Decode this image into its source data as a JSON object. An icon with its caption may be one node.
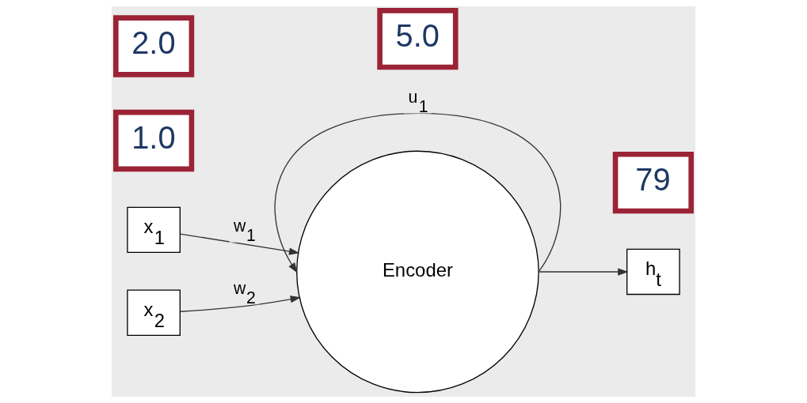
{
  "diagram": {
    "nodes": [
      {
        "text": [
          "x$_{1}$"
        ]
      },
      {
        "text": [
          "x$_{2}$"
        ]
      },
      {
        "text": [
          "Encoder"
        ]
      },
      {
        "text": [
          "h$_{t}$"
        ]
      },
      {
        "text": [
          "1.0"
        ]
      },
      {
        "text": [
          "2.0"
        ]
      },
      {
        "text": [
          "5.0"
        ]
      },
      {
        "text": [
          "79"
        ]
      }
    ],
    "edges": [
      {
        "from": 0,
        "to": 2,
        "arrow": "to",
        "label": "w$_{1}$"
      },
      {
        "from": 1,
        "to": 2,
        "arrow": "to",
        "label": "w$_{2}$"
      },
      {
        "from": 2,
        "to": 3,
        "arrow": "to"
      },
      {
        "from": 2,
        "to": 2,
        "arrow": "to",
        "label": "u$_{1}$"
      }
    ]
  }
}
